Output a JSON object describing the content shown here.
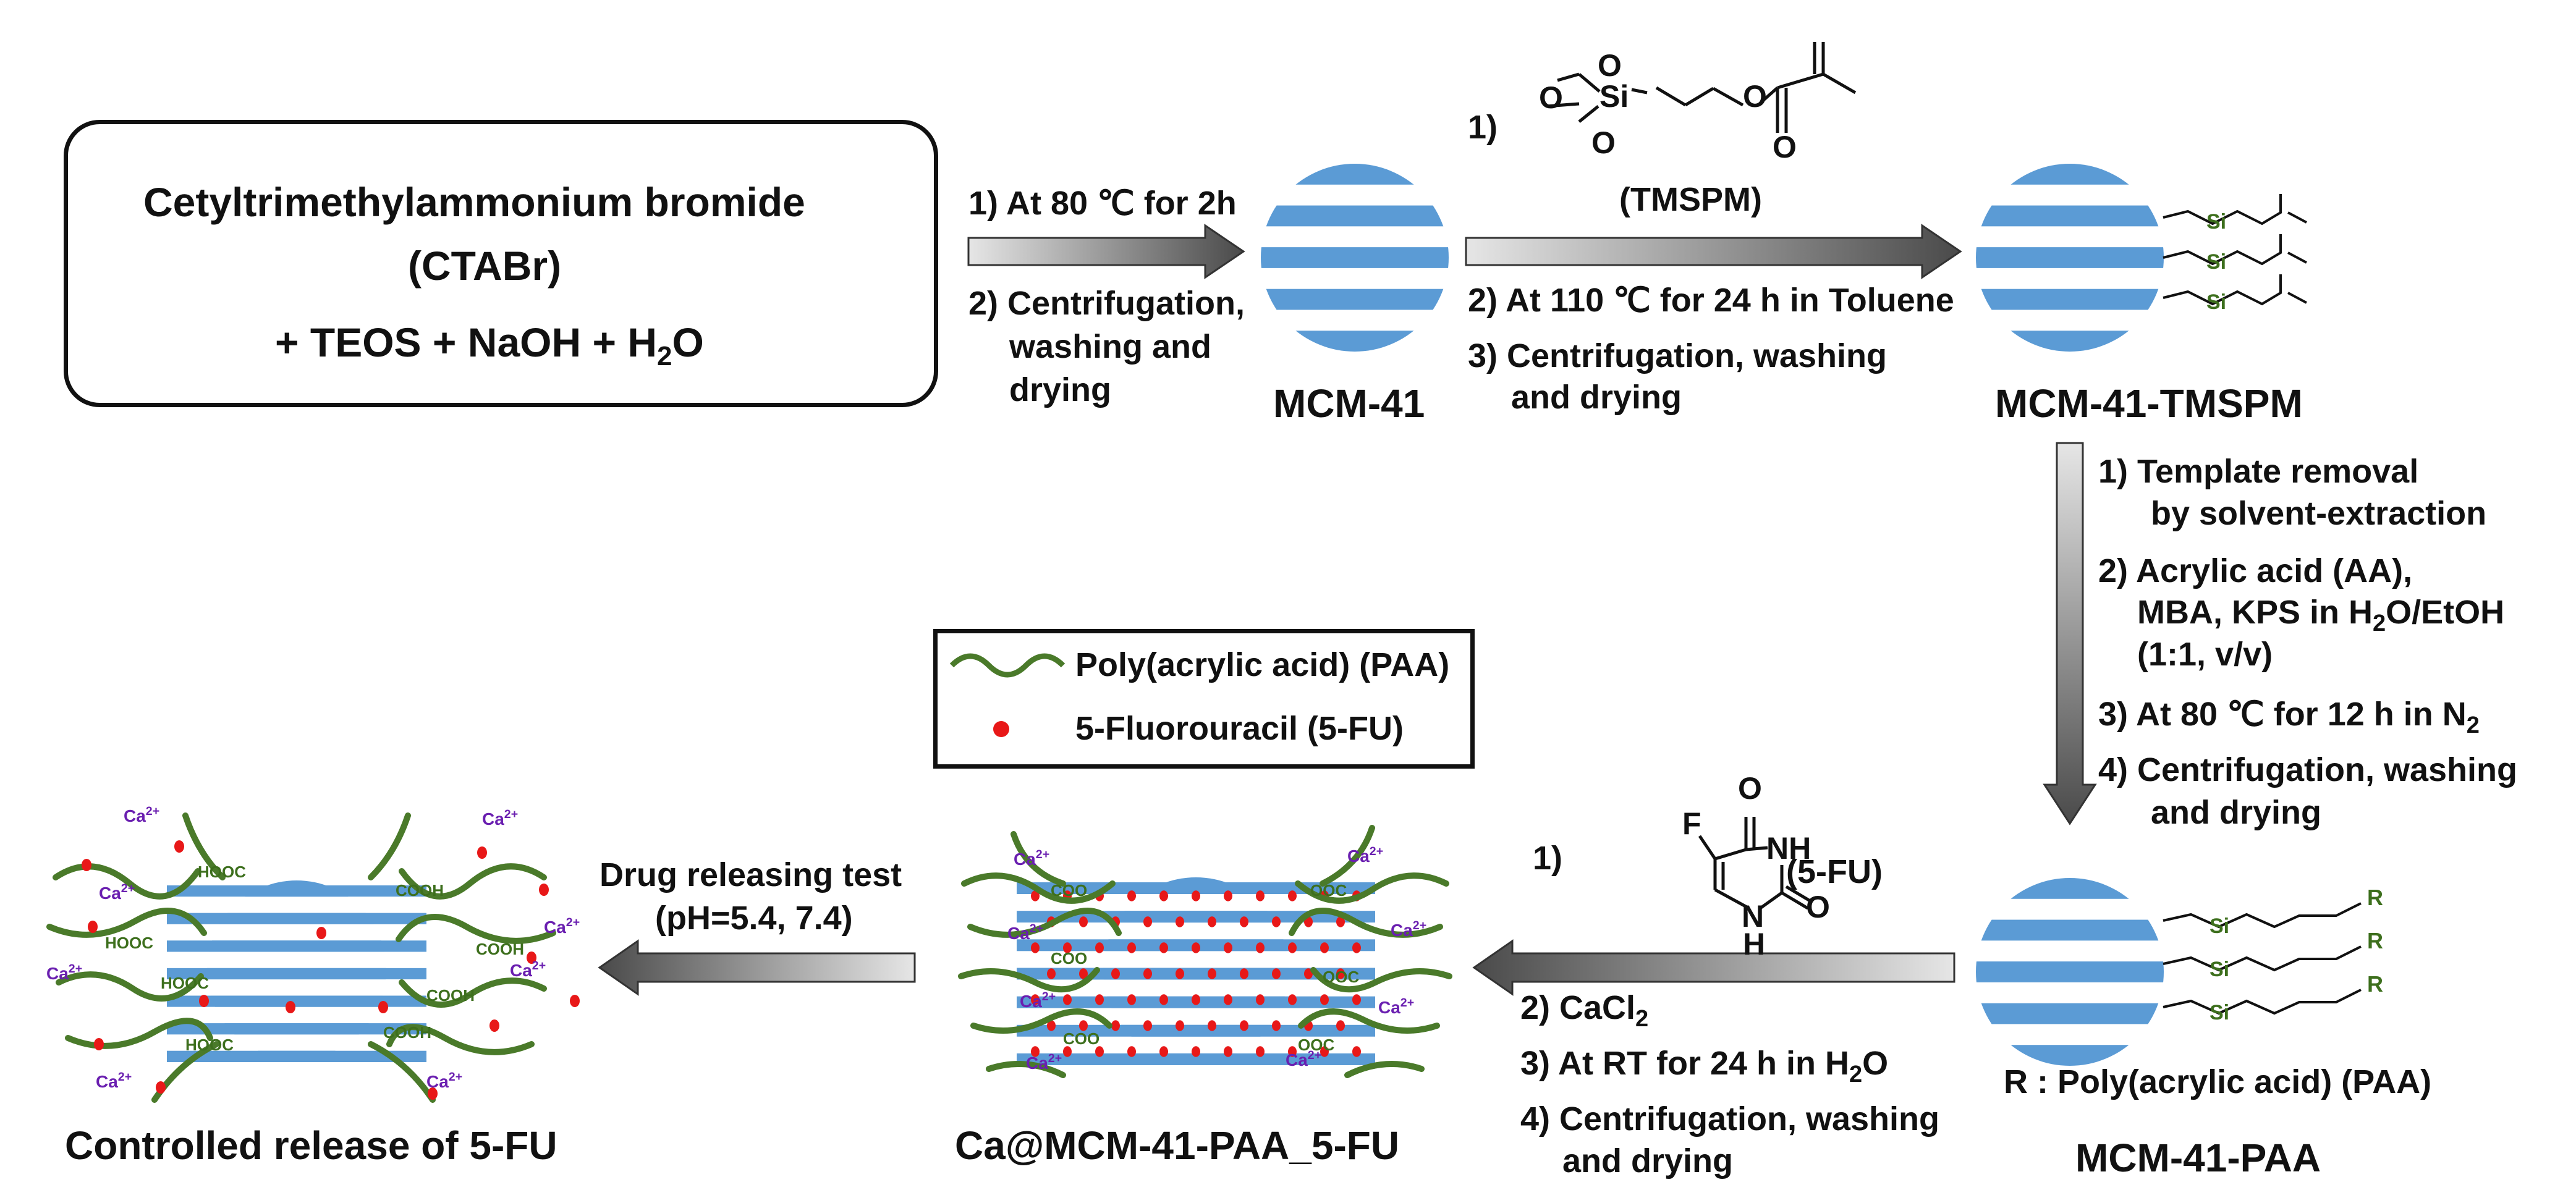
{
  "start": {
    "line1": "Cetyltrimethylammonium bromide",
    "line2": "(CTABr)",
    "line3_pre": "+ TEOS + NaOH + H",
    "line3_sub": "2",
    "line3_post": "O"
  },
  "step1": {
    "a": "1) At 80 ℃ for 2h",
    "b1": "2) Centrifugation,",
    "b2": "washing and",
    "b3": "drying"
  },
  "mcm41": {
    "label": "MCM-41"
  },
  "tmspm": {
    "num": "1)",
    "name": "(TMSPM)",
    "step2": "2) At 110 ℃ for 24 h in Toluene",
    "step3a": "3) Centrifugation, washing",
    "step3b": "and drying"
  },
  "mcm41_tmspm": {
    "label": "MCM-41-TMSPM",
    "si": "Si"
  },
  "down_steps": {
    "s1a": "1) Template removal",
    "s1b": "by solvent-extraction",
    "s2a": "2) Acrylic acid (AA),",
    "s2b_pre": "MBA, KPS in H",
    "s2b_sub": "2",
    "s2b_post": "O/EtOH",
    "s2c": "(1:1, v/v)",
    "s3_pre": "3) At 80 ℃ for 12 h in N",
    "s3_sub": "2",
    "s4a": "4) Centrifugation, washing",
    "s4b": "and drying"
  },
  "mcm41_paa": {
    "label": "MCM-41-PAA",
    "r_note": "R : Poly(acrylic acid) (PAA)",
    "r": "R"
  },
  "fu": {
    "num": "1)",
    "name": "(5-FU)",
    "F": "F",
    "O": "O",
    "NH": "NH",
    "H": "H",
    "N": "N",
    "step2_pre": "2) CaCl",
    "step2_sub": "2",
    "step3_pre": "3) At RT for 24 h in H",
    "step3_sub": "2",
    "step3_post": "O",
    "step4a": "4) Centrifugation, washing",
    "step4b": "and drying"
  },
  "legend": {
    "paa": "Poly(acrylic acid) (PAA)",
    "fu": "5-Fluorouracil (5-FU)"
  },
  "product": {
    "label": "Ca@MCM-41-PAA_5-FU"
  },
  "release": {
    "test1": "Drug releasing test",
    "test2": "(pH=5.4, 7.4)",
    "label": "Controlled release of 5-FU"
  },
  "chem": {
    "ca": "Ca",
    "ca_sup": "2+",
    "cooh": "COOH",
    "hooc": "HOOC",
    "coo": "COO",
    "ooc": "OOC"
  },
  "colors": {
    "stripe": "#5b9bd5",
    "polymer": "#4a7a2a",
    "drug": "#e81818",
    "ca": "#6a1fb0"
  }
}
